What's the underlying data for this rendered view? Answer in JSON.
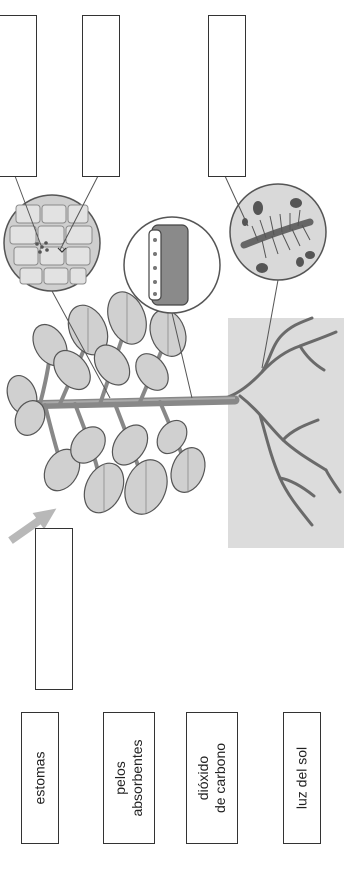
{
  "diagram": {
    "word_bank": [
      {
        "id": "estomas",
        "label": "estomas"
      },
      {
        "id": "pelos",
        "label": "pelos\nabsorbentes"
      },
      {
        "id": "dioxido",
        "label": "dióxido\nde carbono"
      },
      {
        "id": "luz",
        "label": "luz del sol"
      }
    ],
    "answer_blanks": [
      {
        "id": "blank-top-left",
        "value": ""
      },
      {
        "id": "blank-top-middle",
        "value": ""
      },
      {
        "id": "blank-top-right",
        "value": ""
      },
      {
        "id": "blank-sun-arrow",
        "value": ""
      }
    ],
    "colors": {
      "leaf": "#d0d0d0",
      "stem": "#888888",
      "soil": "#dcdcdc",
      "root": "#6a6a6a",
      "arrow": "#b8b8b8",
      "outline": "#555555"
    }
  }
}
